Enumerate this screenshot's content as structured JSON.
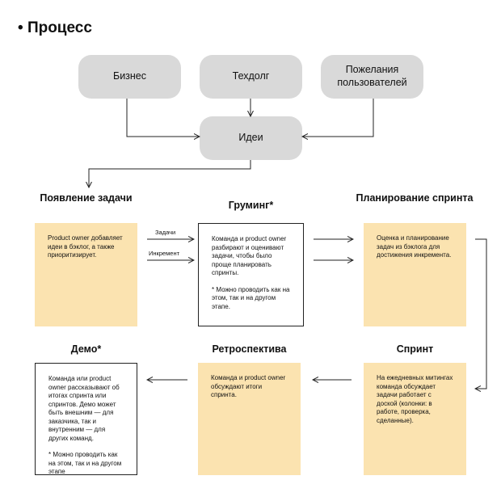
{
  "title": "Процесс",
  "sources": [
    {
      "label": "Бизнес"
    },
    {
      "label": "Техдолг"
    },
    {
      "label": "Пожелания пользователей"
    }
  ],
  "ideas": "Идеи",
  "stages": {
    "appearance": {
      "title": "Появление задачи",
      "text": "Product owner добавляет идеи в бэклог, а также приоритизирует."
    },
    "grooming": {
      "title": "Груминг*",
      "text": "Команда и product owner разбирают и оценивают задачи, чтобы было проще планировать спринты.",
      "note": "* Можно проводить как на этом, так и на другом этапе."
    },
    "planning": {
      "title": "Планирование спринта",
      "text": "Оценка и планирование задач из бэклога для достижения инкремента."
    },
    "demo": {
      "title": "Демо*",
      "text": "Команда или product owner рассказывают об итогах спринта или спринтов. Демо может быть внешним — для заказчика, так и внутренним — для других команд.",
      "note": "* Можно проводить как на этом, так и на другом этапе"
    },
    "retro": {
      "title": "Ретроспектива",
      "text": "Команда и product owner обсуждают итоги спринта."
    },
    "sprint": {
      "title": "Спринт",
      "text": "На ежедневных митингах команда обсуждает задачи работает с доской (колонки: в работе, проверка, сделанные)."
    }
  },
  "arrow_labels": {
    "tasks": "Задачи",
    "increment": "Инкремент"
  },
  "colors": {
    "pill": "#d9d9d9",
    "yellow_card": "#fbe3b0",
    "line": "#222222"
  }
}
